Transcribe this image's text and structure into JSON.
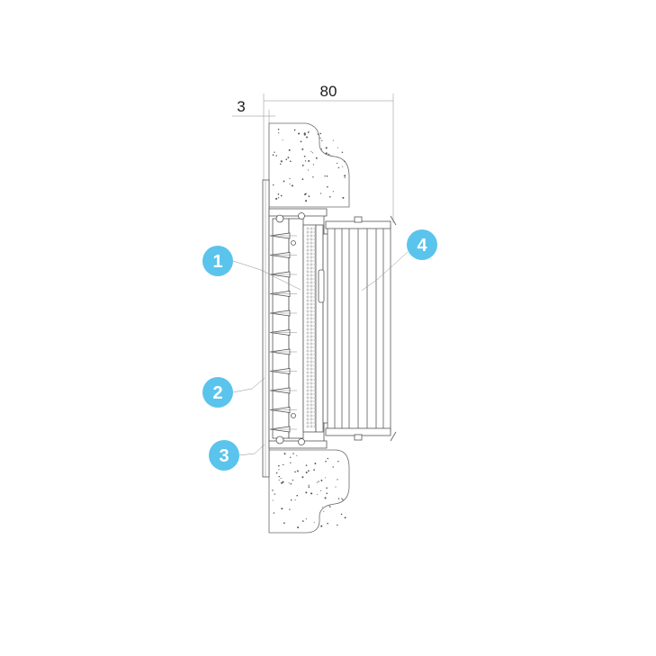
{
  "dimensions": {
    "overall": "80",
    "flange": "3"
  },
  "callouts": [
    {
      "number": "1"
    },
    {
      "number": "2"
    },
    {
      "number": "3"
    },
    {
      "number": "4"
    }
  ],
  "colors": {
    "callout": "#5bc4ec",
    "line": "#5a5a5a"
  }
}
